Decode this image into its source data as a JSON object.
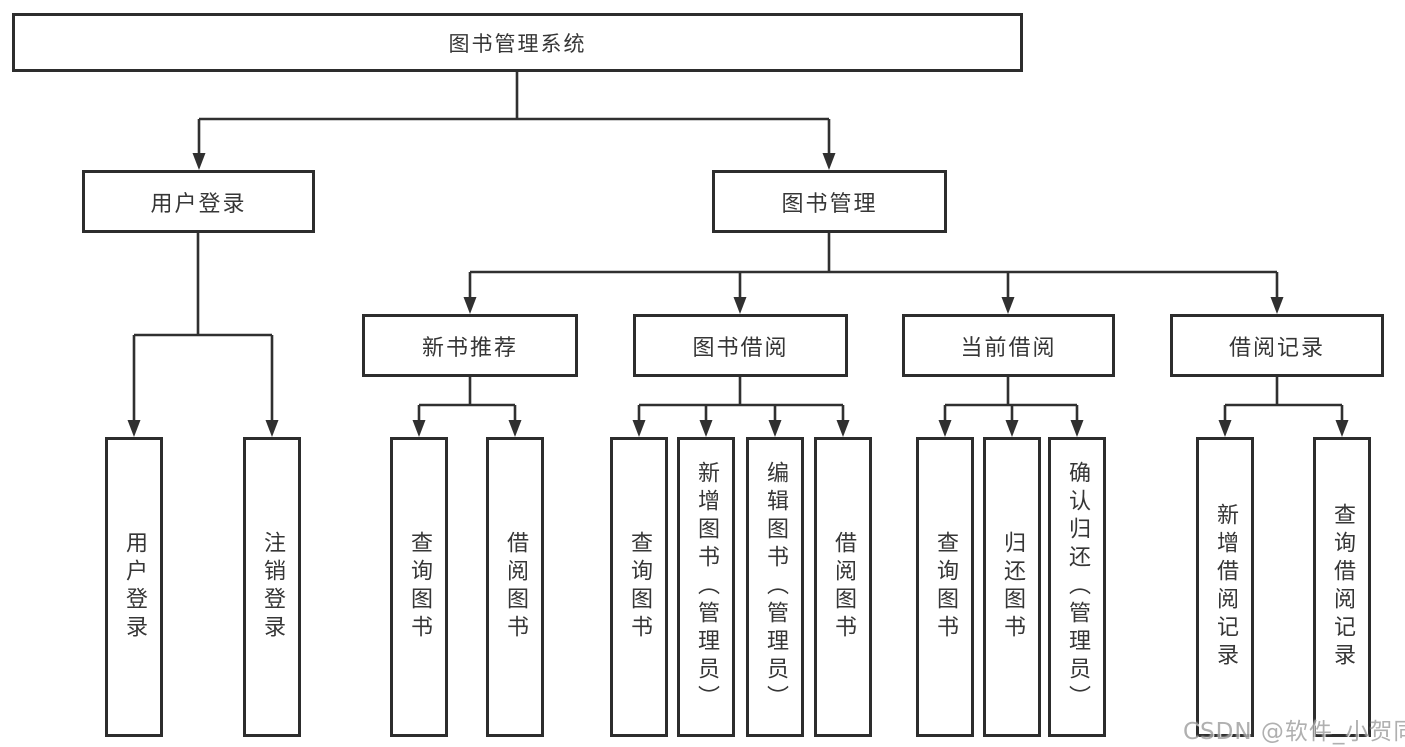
{
  "colors": {
    "line": "#303030",
    "box_border": "#2d2d2d",
    "text": "#363636",
    "background": "#ffffff",
    "watermark": "#a3a3a3"
  },
  "watermark": {
    "text": "CSDN @软件_小贺同学"
  },
  "tree": {
    "root": {
      "label": "图书管理系统",
      "children": [
        {
          "label": "用户登录",
          "children": [
            {
              "label": "用户登录"
            },
            {
              "label": "注销登录"
            }
          ]
        },
        {
          "label": "图书管理",
          "children": [
            {
              "label": "新书推荐",
              "children": [
                {
                  "label": "查询图书"
                },
                {
                  "label": "借阅图书"
                }
              ]
            },
            {
              "label": "图书借阅",
              "children": [
                {
                  "label": "查询图书"
                },
                {
                  "label": "新增图书（管理员）"
                },
                {
                  "label": "编辑图书（管理员）"
                },
                {
                  "label": "借阅图书"
                }
              ]
            },
            {
              "label": "当前借阅",
              "children": [
                {
                  "label": "查询图书"
                },
                {
                  "label": "归还图书"
                },
                {
                  "label": "确认归还（管理员）"
                }
              ]
            },
            {
              "label": "借阅记录",
              "children": [
                {
                  "label": "新增借阅记录"
                },
                {
                  "label": "查询借阅记录"
                }
              ]
            }
          ]
        }
      ]
    }
  }
}
